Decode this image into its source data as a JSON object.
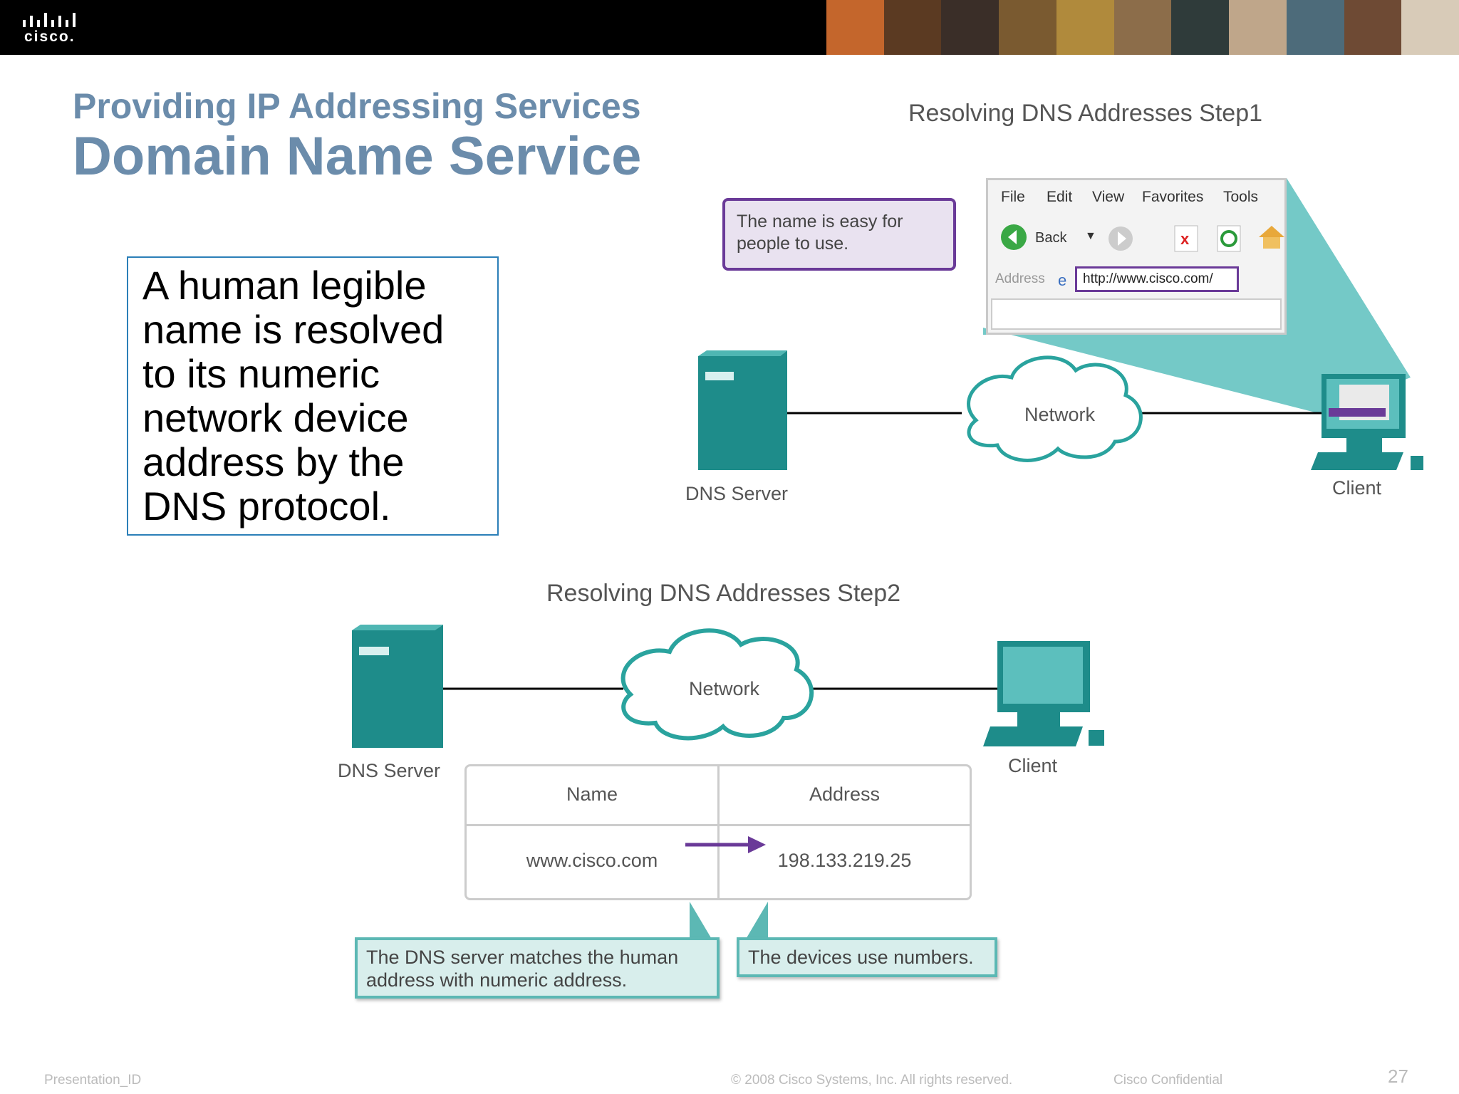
{
  "header": {
    "logo_text": "cisco."
  },
  "slide": {
    "subtitle": "Providing IP Addressing Services",
    "title": "Domain Name Service",
    "body_lines": [
      "A human legible",
      "name is resolved",
      "to its numeric",
      "network device",
      "address by the",
      "DNS protocol."
    ]
  },
  "diagram1": {
    "title": "Resolving DNS Addresses Step1",
    "callout_lines": [
      "The name is easy for",
      "people to use."
    ],
    "browser": {
      "menu": [
        "File",
        "Edit",
        "View",
        "Favorites",
        "Tools"
      ],
      "back_label": "Back",
      "address_label": "Address",
      "url": "http://www.cisco.com/"
    },
    "server_label": "DNS Server",
    "network_label": "Network",
    "client_label": "Client"
  },
  "diagram2": {
    "title": "Resolving DNS Addresses Step2",
    "server_label": "DNS Server",
    "network_label": "Network",
    "client_label": "Client",
    "table": {
      "headers": [
        "Name",
        "Address"
      ],
      "row": [
        "www.cisco.com",
        "198.133.219.25"
      ]
    },
    "callout_left_lines": [
      "The DNS server matches the human",
      "address with numeric address."
    ],
    "callout_right": "The devices use numbers."
  },
  "footer": {
    "left": "Presentation_ID",
    "center": "© 2008 Cisco Systems, Inc. All rights reserved.",
    "right": "Cisco Confidential",
    "page": "27"
  },
  "colors": {
    "teal": "#1e8c8a",
    "purple": "#6a3a98",
    "title": "#6b8cab"
  }
}
